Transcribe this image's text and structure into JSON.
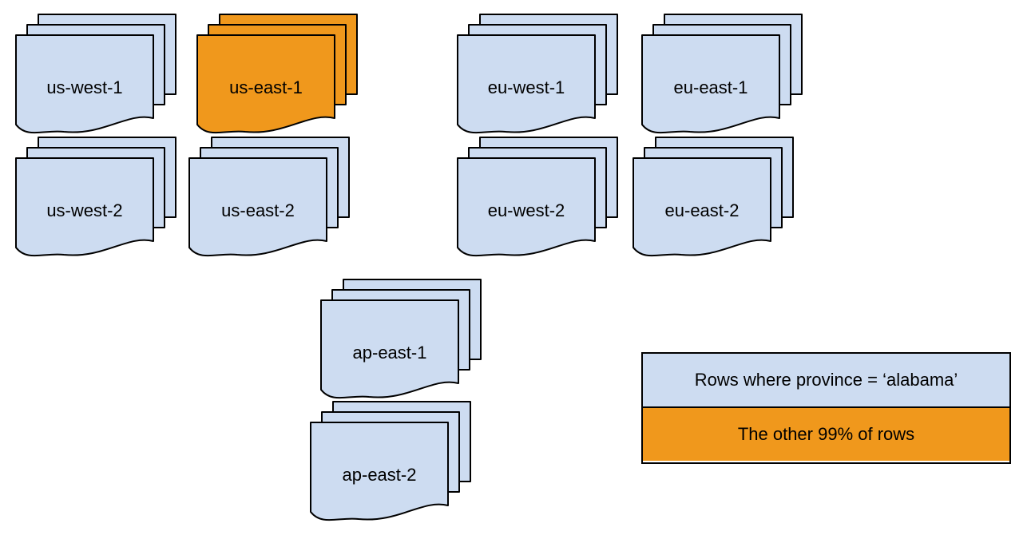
{
  "colors": {
    "normal_fill": "#cddcf1",
    "highlight_fill": "#f0981c",
    "stroke": "#000000",
    "text": "#000000",
    "background": "#ffffff"
  },
  "stacks": [
    {
      "id": "us-west-1",
      "label": "us-west-1",
      "fill": "#cddcf1"
    },
    {
      "id": "us-east-1",
      "label": "us-east-1",
      "fill": "#f0981c"
    },
    {
      "id": "eu-west-1",
      "label": "eu-west-1",
      "fill": "#cddcf1"
    },
    {
      "id": "eu-east-1",
      "label": "eu-east-1",
      "fill": "#cddcf1"
    },
    {
      "id": "us-west-2",
      "label": "us-west-2",
      "fill": "#cddcf1"
    },
    {
      "id": "us-east-2",
      "label": "us-east-2",
      "fill": "#cddcf1"
    },
    {
      "id": "eu-west-2",
      "label": "eu-west-2",
      "fill": "#cddcf1"
    },
    {
      "id": "eu-east-2",
      "label": "eu-east-2",
      "fill": "#cddcf1"
    },
    {
      "id": "ap-east-1",
      "label": "ap-east-1",
      "fill": "#cddcf1"
    },
    {
      "id": "ap-east-2",
      "label": "ap-east-2",
      "fill": "#cddcf1"
    }
  ],
  "legend": {
    "rows": [
      {
        "label": "Rows where province = ‘alabama’",
        "fill": "#cddcf1"
      },
      {
        "label": "The other 99% of rows",
        "fill": "#f0981c"
      }
    ]
  }
}
